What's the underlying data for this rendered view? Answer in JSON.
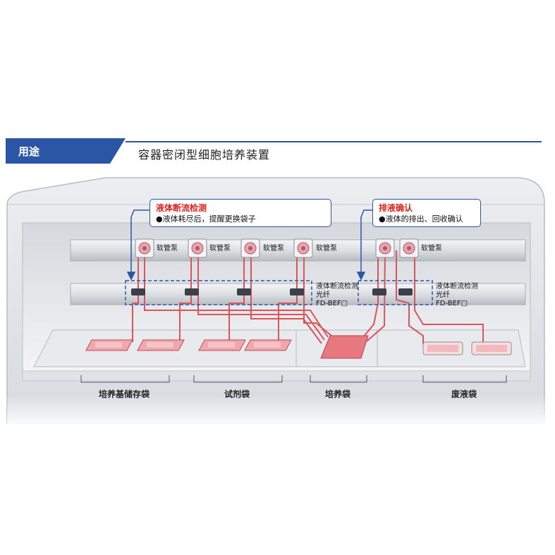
{
  "header": {
    "section_label": "用途",
    "title": "容器密闭型细胞培养装置"
  },
  "callouts": [
    {
      "title": "液体断流检测",
      "desc": "●液体耗尽后，提醒更换袋子"
    },
    {
      "title": "排液确认",
      "desc": "●液体的排出、回收确认"
    }
  ],
  "pump_label": "软管泵",
  "sensor_labels": {
    "line1": "液体断流检测",
    "line2": "光纤",
    "line3": "FD-BEF□"
  },
  "bag_groups": [
    {
      "label": "培养基储存袋"
    },
    {
      "label": "试剂袋"
    },
    {
      "label": "培养袋"
    },
    {
      "label": "废液袋"
    }
  ],
  "colors": {
    "accent_blue": "#2b56a6",
    "warning_red": "#e2211c",
    "tube_red": "#d9555a",
    "bag_pink": "#f0a8ad"
  }
}
